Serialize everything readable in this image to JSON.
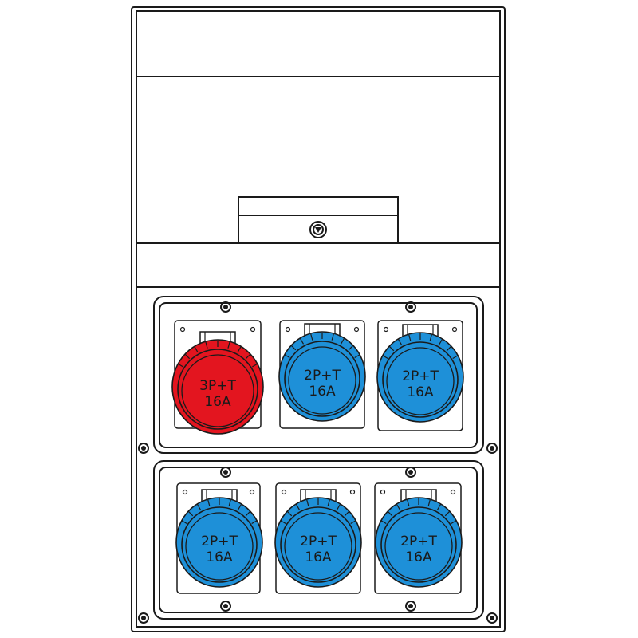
{
  "colors": {
    "outline": "#1a1a1a",
    "red_socket": "#e3151f",
    "blue_socket": "#1e90d8",
    "background": "#ffffff"
  },
  "sockets": [
    {
      "type": "3P+T",
      "rating": "16A",
      "color": "red"
    },
    {
      "type": "2P+T",
      "rating": "16A",
      "color": "blue"
    },
    {
      "type": "2P+T",
      "rating": "16A",
      "color": "blue"
    },
    {
      "type": "2P+T",
      "rating": "16A",
      "color": "blue"
    },
    {
      "type": "2P+T",
      "rating": "16A",
      "color": "blue"
    },
    {
      "type": "2P+T",
      "rating": "16A",
      "color": "blue"
    }
  ]
}
